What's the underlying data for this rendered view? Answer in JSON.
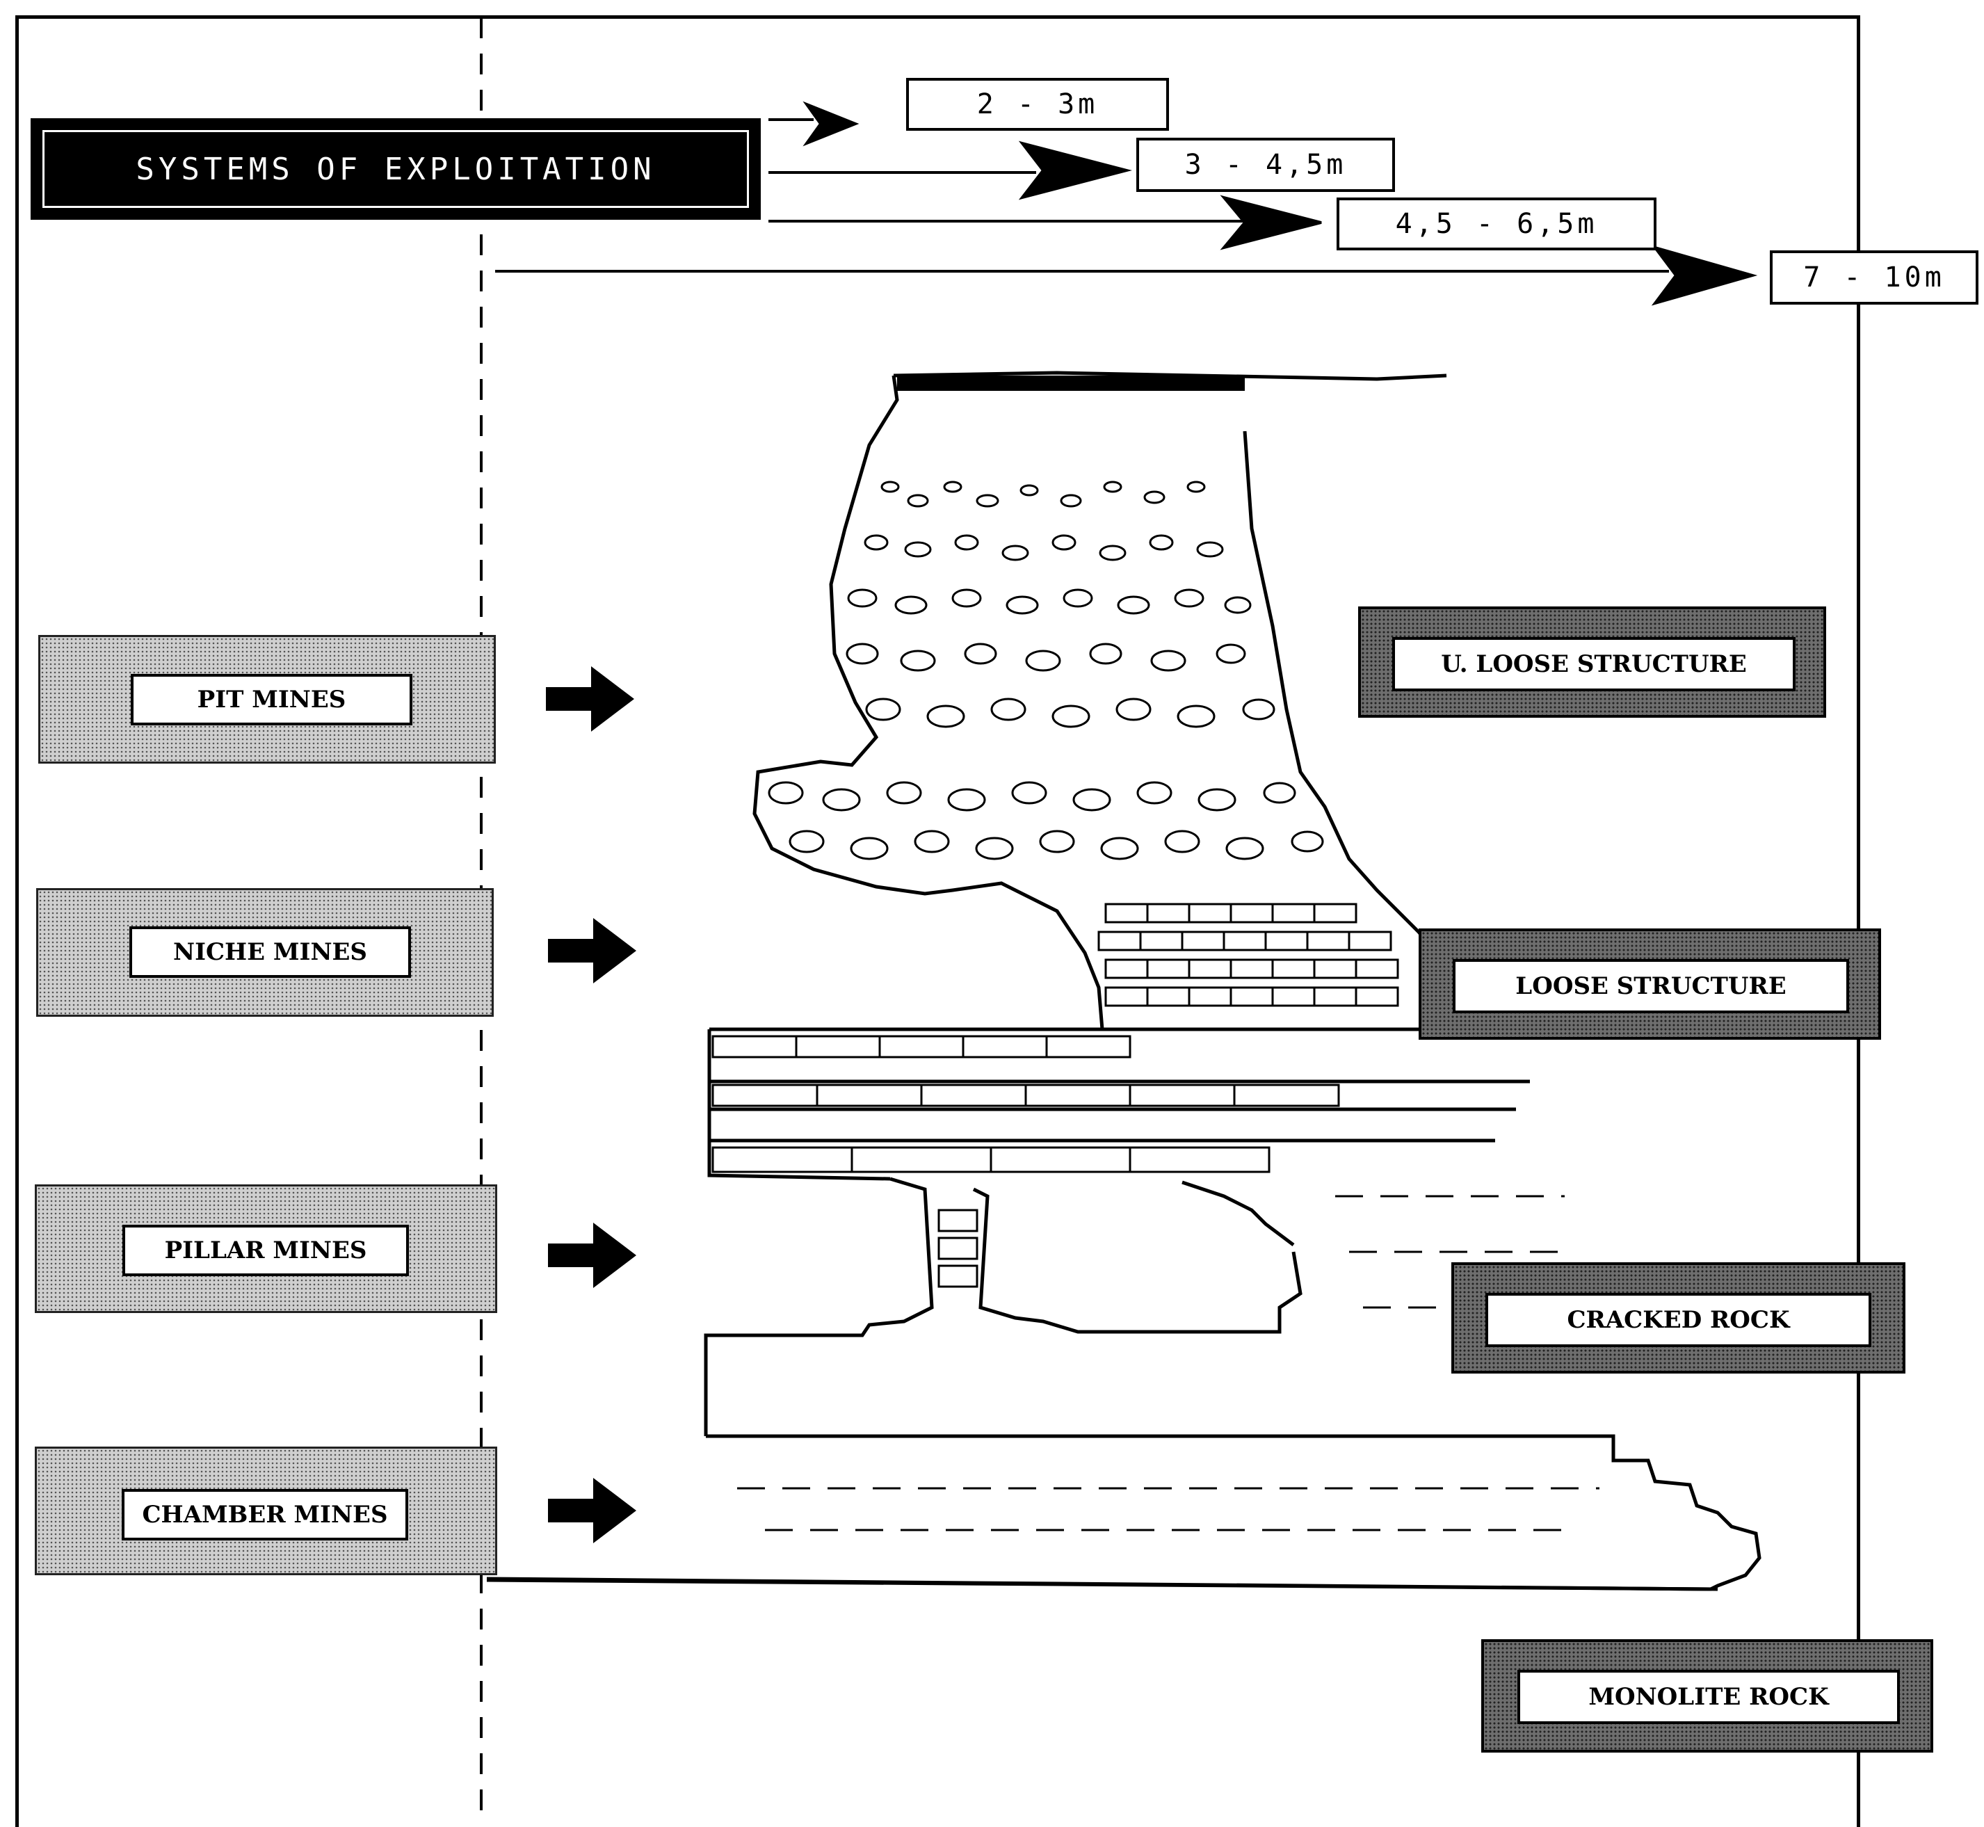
{
  "header": {
    "title": "SYSTEMS OF EXPLOITATION"
  },
  "thicknesses": [
    {
      "label": "2 - 3m"
    },
    {
      "label": "3 - 4,5m"
    },
    {
      "label": "4,5 - 6,5m"
    },
    {
      "label": "7 - 10m"
    }
  ],
  "mine_types": [
    {
      "label": "PIT MINES"
    },
    {
      "label": "NICHE MINES"
    },
    {
      "label": "PILLAR MINES"
    },
    {
      "label": "CHAMBER MINES"
    }
  ],
  "rock_structures": [
    {
      "label": "U. LOOSE STRUCTURE"
    },
    {
      "label": "LOOSE STRUCTURE"
    },
    {
      "label": "CRACKED ROCK"
    },
    {
      "label": "MONOLITE ROCK"
    }
  ],
  "colors": {
    "ink": "#000000",
    "paper": "#ffffff",
    "light_stipple": "#cfcfcf",
    "dark_stipple": "#6e6e6e"
  },
  "icons": [
    "right-arrow-icon",
    "rock-section-illustration"
  ]
}
